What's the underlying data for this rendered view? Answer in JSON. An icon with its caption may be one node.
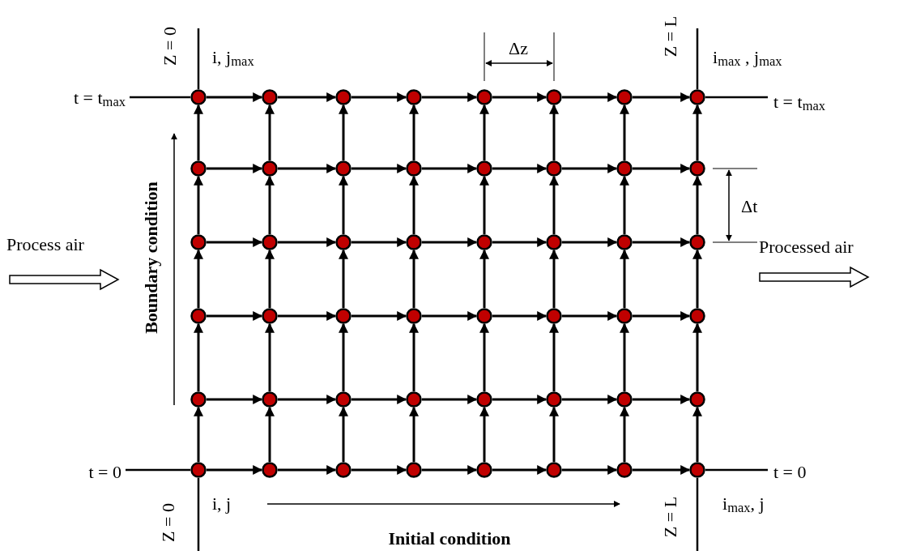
{
  "diagram": {
    "nodes": [
      {
        "text": [],
        "shape": "circle"
      },
      {
        "text": [],
        "shape": "circle"
      },
      {
        "text": [],
        "shape": "circle"
      },
      {
        "text": [],
        "shape": "circle"
      },
      {
        "text": [],
        "shape": "circle"
      },
      {
        "text": [],
        "shape": "circle"
      },
      {
        "text": [],
        "shape": "circle"
      },
      {
        "text": [],
        "shape": "circle"
      },
      {
        "text": [],
        "shape": "circle"
      },
      {
        "text": [],
        "shape": "circle"
      },
      {
        "text": [],
        "shape": "circle"
      },
      {
        "text": [],
        "shape": "circle"
      },
      {
        "text": [],
        "shape": "circle"
      },
      {
        "text": [],
        "shape": "circle"
      },
      {
        "text": [],
        "shape": "circle"
      },
      {
        "text": [],
        "shape": "circle"
      },
      {
        "text": [],
        "shape": "circle"
      },
      {
        "text": [],
        "shape": "circle"
      },
      {
        "text": [],
        "shape": "circle"
      },
      {
        "text": [],
        "shape": "circle"
      },
      {
        "text": [],
        "shape": "circle"
      },
      {
        "text": [],
        "shape": "circle"
      },
      {
        "text": [],
        "shape": "circle"
      },
      {
        "text": [],
        "shape": "circle"
      },
      {
        "text": [],
        "shape": "circle"
      },
      {
        "text": [],
        "shape": "circle"
      },
      {
        "text": [],
        "shape": "circle"
      },
      {
        "text": [],
        "shape": "circle"
      },
      {
        "text": [],
        "shape": "circle"
      },
      {
        "text": [],
        "shape": "circle"
      },
      {
        "text": [],
        "shape": "circle"
      },
      {
        "text": [],
        "shape": "circle"
      },
      {
        "text": [],
        "shape": "circle"
      },
      {
        "text": [],
        "shape": "circle"
      },
      {
        "text": [],
        "shape": "circle"
      },
      {
        "text": [],
        "shape": "circle"
      },
      {
        "text": [],
        "shape": "circle"
      },
      {
        "text": [],
        "shape": "circle"
      },
      {
        "text": [],
        "shape": "circle"
      },
      {
        "text": [],
        "shape": "circle"
      },
      {
        "text": [],
        "shape": "circle"
      },
      {
        "text": [],
        "shape": "circle"
      },
      {
        "text": [],
        "shape": "circle"
      },
      {
        "text": [],
        "shape": "circle"
      },
      {
        "text": [],
        "shape": "circle"
      },
      {
        "text": [],
        "shape": "circle"
      },
      {
        "text": [],
        "shape": "circle"
      },
      {
        "text": [],
        "shape": "circle"
      }
    ],
    "edges": [
      {
        "from": 0,
        "to": 1,
        "arrow": "to"
      },
      {
        "from": 1,
        "to": 2,
        "arrow": "to"
      },
      {
        "from": 2,
        "to": 3,
        "arrow": "to"
      },
      {
        "from": 3,
        "to": 4,
        "arrow": "to"
      },
      {
        "from": 4,
        "to": 5,
        "arrow": "to"
      },
      {
        "from": 5,
        "to": 6,
        "arrow": "to"
      },
      {
        "from": 6,
        "to": 7,
        "arrow": "to"
      },
      {
        "from": 8,
        "to": 9,
        "arrow": "to"
      },
      {
        "from": 9,
        "to": 10,
        "arrow": "to"
      },
      {
        "from": 10,
        "to": 11,
        "arrow": "to"
      },
      {
        "from": 11,
        "to": 12,
        "arrow": "to"
      },
      {
        "from": 12,
        "to": 13,
        "arrow": "to"
      },
      {
        "from": 13,
        "to": 14,
        "arrow": "to"
      },
      {
        "from": 14,
        "to": 15,
        "arrow": "to"
      },
      {
        "from": 16,
        "to": 17,
        "arrow": "to"
      },
      {
        "from": 17,
        "to": 18,
        "arrow": "to"
      },
      {
        "from": 18,
        "to": 19,
        "arrow": "to"
      },
      {
        "from": 19,
        "to": 20,
        "arrow": "to"
      },
      {
        "from": 20,
        "to": 21,
        "arrow": "to"
      },
      {
        "from": 21,
        "to": 22,
        "arrow": "to"
      },
      {
        "from": 22,
        "to": 23,
        "arrow": "to"
      },
      {
        "from": 24,
        "to": 25,
        "arrow": "to"
      },
      {
        "from": 25,
        "to": 26,
        "arrow": "to"
      },
      {
        "from": 26,
        "to": 27,
        "arrow": "to"
      },
      {
        "from": 27,
        "to": 28,
        "arrow": "to"
      },
      {
        "from": 28,
        "to": 29,
        "arrow": "to"
      },
      {
        "from": 29,
        "to": 30,
        "arrow": "to"
      },
      {
        "from": 30,
        "to": 31,
        "arrow": "to"
      },
      {
        "from": 32,
        "to": 33,
        "arrow": "to"
      },
      {
        "from": 33,
        "to": 34,
        "arrow": "to"
      },
      {
        "from": 34,
        "to": 35,
        "arrow": "to"
      },
      {
        "from": 35,
        "to": 36,
        "arrow": "to"
      },
      {
        "from": 36,
        "to": 37,
        "arrow": "to"
      },
      {
        "from": 37,
        "to": 38,
        "arrow": "to"
      },
      {
        "from": 38,
        "to": 39,
        "arrow": "to"
      },
      {
        "from": 40,
        "to": 41,
        "arrow": "to"
      },
      {
        "from": 41,
        "to": 42,
        "arrow": "to"
      },
      {
        "from": 42,
        "to": 43,
        "arrow": "to"
      },
      {
        "from": 43,
        "to": 44,
        "arrow": "to"
      },
      {
        "from": 44,
        "to": 45,
        "arrow": "to"
      },
      {
        "from": 45,
        "to": 46,
        "arrow": "to"
      },
      {
        "from": 46,
        "to": 47,
        "arrow": "to"
      },
      {
        "from": 8,
        "to": 0,
        "arrow": "to"
      },
      {
        "from": 9,
        "to": 1,
        "arrow": "to"
      },
      {
        "from": 10,
        "to": 2,
        "arrow": "to"
      },
      {
        "from": 11,
        "to": 3,
        "arrow": "to"
      },
      {
        "from": 12,
        "to": 4,
        "arrow": "to"
      },
      {
        "from": 13,
        "to": 5,
        "arrow": "to"
      },
      {
        "from": 14,
        "to": 6,
        "arrow": "to"
      },
      {
        "from": 15,
        "to": 7,
        "arrow": "to"
      },
      {
        "from": 16,
        "to": 8,
        "arrow": "to"
      },
      {
        "from": 17,
        "to": 9,
        "arrow": "to"
      },
      {
        "from": 18,
        "to": 10,
        "arrow": "to"
      },
      {
        "from": 19,
        "to": 11,
        "arrow": "to"
      },
      {
        "from": 20,
        "to": 12,
        "arrow": "to"
      },
      {
        "from": 21,
        "to": 13,
        "arrow": "to"
      },
      {
        "from": 22,
        "to": 14,
        "arrow": "to"
      },
      {
        "from": 23,
        "to": 15,
        "arrow": "to"
      },
      {
        "from": 24,
        "to": 16,
        "arrow": "to"
      },
      {
        "from": 25,
        "to": 17,
        "arrow": "to"
      },
      {
        "from": 26,
        "to": 18,
        "arrow": "to"
      },
      {
        "from": 27,
        "to": 19,
        "arrow": "to"
      },
      {
        "from": 28,
        "to": 20,
        "arrow": "to"
      },
      {
        "from": 29,
        "to": 21,
        "arrow": "to"
      },
      {
        "from": 30,
        "to": 22,
        "arrow": "to"
      },
      {
        "from": 31,
        "to": 23,
        "arrow": "to"
      },
      {
        "from": 32,
        "to": 24,
        "arrow": "to"
      },
      {
        "from": 33,
        "to": 25,
        "arrow": "to"
      },
      {
        "from": 34,
        "to": 26,
        "arrow": "to"
      },
      {
        "from": 35,
        "to": 27,
        "arrow": "to"
      },
      {
        "from": 36,
        "to": 28,
        "arrow": "to"
      },
      {
        "from": 37,
        "to": 29,
        "arrow": "to"
      },
      {
        "from": 38,
        "to": 30,
        "arrow": "to"
      },
      {
        "from": 39,
        "to": 31,
        "arrow": "to"
      },
      {
        "from": 40,
        "to": 32,
        "arrow": "to"
      },
      {
        "from": 41,
        "to": 33,
        "arrow": "to"
      },
      {
        "from": 42,
        "to": 34,
        "arrow": "to"
      },
      {
        "from": 43,
        "to": 35,
        "arrow": "to"
      },
      {
        "from": 44,
        "to": 36,
        "arrow": "to"
      },
      {
        "from": 45,
        "to": 37,
        "arrow": "to"
      },
      {
        "from": 46,
        "to": 38,
        "arrow": "to"
      },
      {
        "from": 47,
        "to": 39,
        "arrow": "to"
      }
    ],
    "labels": [
      "Z = 0",
      "i,  j$_{max}$",
      "Δz",
      "Z = L",
      "i$_{max}$ , j$_{max}$",
      "t = t$_{max}$",
      "t = t$_{max}$",
      "Δt",
      "Process air",
      "Processed air",
      "Boundary condition",
      "t = 0",
      "t = 0",
      "i, j",
      "Z = 0",
      "Z = L",
      "i$_{max}$, j",
      "Initial condition"
    ]
  }
}
